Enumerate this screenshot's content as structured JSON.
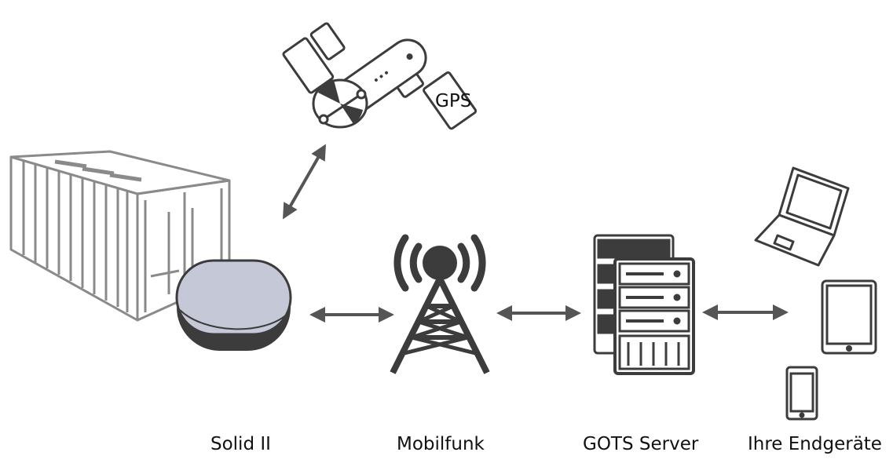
{
  "labels": {
    "gps": "GPS",
    "solid": "Solid II",
    "mobilfunk": "Mobilfunk",
    "server": "GOTS Server",
    "devices": "Ihre Endgeräte"
  },
  "colors": {
    "ink": "#3c3c3c",
    "outline": "#8a8a8a",
    "device_fill": "#c5c8d6",
    "arrow": "#555555"
  }
}
